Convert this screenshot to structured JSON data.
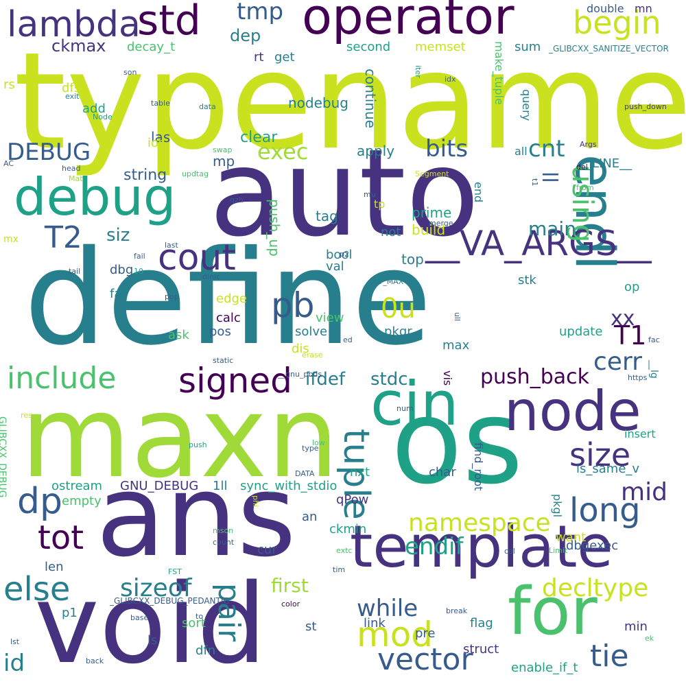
{
  "palette": {
    "c1": "#440154",
    "c2": "#46327e",
    "c3": "#365c8d",
    "c4": "#277f8e",
    "c5": "#1fa187",
    "c6": "#4ac16d",
    "c7": "#a0da39",
    "c8": "#cae11f"
  },
  "words": [
    {
      "text": "typename",
      "size": 195,
      "color": "c8"
    },
    {
      "text": "define",
      "size": 190,
      "color": "c4"
    },
    {
      "text": "auto",
      "size": 175,
      "color": "c2"
    },
    {
      "text": "maxn",
      "size": 165,
      "color": "c7"
    },
    {
      "text": "os",
      "size": 170,
      "color": "c5"
    },
    {
      "text": "ans",
      "size": 165,
      "color": "c2"
    },
    {
      "text": "void",
      "size": 160,
      "color": "c2"
    },
    {
      "text": "operator",
      "size": 72,
      "color": "c1"
    },
    {
      "text": "template",
      "size": 85,
      "color": "c2"
    },
    {
      "text": "for",
      "size": 95,
      "color": "c6"
    },
    {
      "text": "node",
      "size": 80,
      "color": "c2"
    },
    {
      "text": "cin",
      "size": 88,
      "color": "c5"
    },
    {
      "text": "debug",
      "size": 75,
      "color": "c5"
    },
    {
      "text": "endl",
      "size": 78,
      "color": "c4"
    },
    {
      "text": "lambda",
      "size": 52,
      "color": "c2"
    },
    {
      "text": "std",
      "size": 60,
      "color": "c1"
    },
    {
      "text": "__VA_ARGS__",
      "size": 50,
      "color": "c2"
    },
    {
      "text": "signed",
      "size": 50,
      "color": "c1"
    },
    {
      "text": "include",
      "size": 44,
      "color": "c6"
    },
    {
      "text": "cout",
      "size": 52,
      "color": "c2"
    },
    {
      "text": "const",
      "size": 46,
      "color": "c3"
    },
    {
      "text": "pb",
      "size": 50,
      "color": "c3"
    },
    {
      "text": "T2",
      "size": 44,
      "color": "c3"
    },
    {
      "text": "tuple",
      "size": 52,
      "color": "c4"
    },
    {
      "text": "pair",
      "size": 44,
      "color": "c4"
    },
    {
      "text": "size",
      "size": 46,
      "color": "c2"
    },
    {
      "text": "long",
      "size": 48,
      "color": "c3"
    },
    {
      "text": "tot",
      "size": 48,
      "color": "c1"
    },
    {
      "text": "dp",
      "size": 52,
      "color": "c3"
    },
    {
      "text": "else",
      "size": 48,
      "color": "c4"
    },
    {
      "text": "mod",
      "size": 50,
      "color": "c8"
    },
    {
      "text": "vector",
      "size": 44,
      "color": "c3"
    },
    {
      "text": "tie",
      "size": 44,
      "color": "c3"
    },
    {
      "text": "begin",
      "size": 46,
      "color": "c8"
    },
    {
      "text": "using",
      "size": 42,
      "color": "c6"
    },
    {
      "text": "tmp",
      "size": 34,
      "color": "c3"
    },
    {
      "text": "exec",
      "size": 32,
      "color": "c7"
    },
    {
      "text": "bits",
      "size": 34,
      "color": "c3"
    },
    {
      "text": "cnt",
      "size": 34,
      "color": "c4"
    },
    {
      "text": "DEBUG",
      "size": 34,
      "color": "c3"
    },
    {
      "text": "T1",
      "size": 38,
      "color": "c1"
    },
    {
      "text": "0u",
      "size": 40,
      "color": "c8"
    },
    {
      "text": "cerr",
      "size": 36,
      "color": "c3"
    },
    {
      "text": "xx",
      "size": 30,
      "color": "c2"
    },
    {
      "text": "namespace",
      "size": 36,
      "color": "c8"
    },
    {
      "text": "mid",
      "size": 36,
      "color": "c2"
    },
    {
      "text": "sizeof",
      "size": 36,
      "color": "c4"
    },
    {
      "text": "endif",
      "size": 34,
      "color": "c5"
    },
    {
      "text": "while",
      "size": 34,
      "color": "c3"
    },
    {
      "text": "decltype",
      "size": 36,
      "color": "c8"
    },
    {
      "text": "push_back",
      "size": 30,
      "color": "c1"
    },
    {
      "text": "id",
      "size": 34,
      "color": "c4"
    },
    {
      "text": "ll",
      "size": 30,
      "color": "c3"
    },
    {
      "text": "main",
      "size": 28,
      "color": "c4"
    },
    {
      "text": "first",
      "size": 28,
      "color": "c7"
    },
    {
      "text": "stdc",
      "size": 26,
      "color": "c4"
    },
    {
      "text": "ifdef",
      "size": 26,
      "color": "c4"
    },
    {
      "text": "ckmax",
      "size": 24,
      "color": "c2"
    },
    {
      "text": "dep",
      "size": 24,
      "color": "c4"
    },
    {
      "text": "siz",
      "size": 26,
      "color": "c4"
    },
    {
      "text": "mp",
      "size": 20,
      "color": "c3"
    },
    {
      "text": "string",
      "size": 22,
      "color": "c3"
    },
    {
      "text": "apply",
      "size": 20,
      "color": "c4"
    },
    {
      "text": "clear",
      "size": 22,
      "color": "c5"
    },
    {
      "text": "push_up",
      "size": 20,
      "color": "c6"
    },
    {
      "text": "tag",
      "size": 20,
      "color": "c4"
    },
    {
      "text": "prime",
      "size": 20,
      "color": "c5"
    },
    {
      "text": "build",
      "size": 20,
      "color": "c8"
    },
    {
      "text": "top",
      "size": 20,
      "color": "c4"
    },
    {
      "text": "continue",
      "size": 20,
      "color": "c4"
    },
    {
      "text": "nodebug",
      "size": 20,
      "color": "c4"
    },
    {
      "text": "las",
      "size": 20,
      "color": "c3"
    },
    {
      "text": "dfs",
      "size": 18,
      "color": "c8"
    },
    {
      "text": "add",
      "size": 18,
      "color": "c5"
    },
    {
      "text": "rs",
      "size": 18,
      "color": "c8"
    },
    {
      "text": "ios",
      "size": 18,
      "color": "c8"
    },
    {
      "text": "get",
      "size": 18,
      "color": "c4"
    },
    {
      "text": "rt",
      "size": 18,
      "color": "c2"
    },
    {
      "text": "decay_t",
      "size": 18,
      "color": "c6"
    },
    {
      "text": "second",
      "size": 18,
      "color": "c5"
    },
    {
      "text": "memset",
      "size": 18,
      "color": "c8"
    },
    {
      "text": "sum",
      "size": 18,
      "color": "c4"
    },
    {
      "text": "double",
      "size": 16,
      "color": "c3"
    },
    {
      "text": "mn",
      "size": 16,
      "color": "c2"
    },
    {
      "text": "make_tuple",
      "size": 16,
      "color": "c6"
    },
    {
      "text": "query",
      "size": 16,
      "color": "c4"
    },
    {
      "text": "_GLIBCXX_SANITIZE_VECTOR",
      "size": 12,
      "color": "c4"
    },
    {
      "text": "__LINE__",
      "size": 18,
      "color": "c4"
    },
    {
      "text": "all",
      "size": 16,
      "color": "c4"
    },
    {
      "text": "end",
      "size": 16,
      "color": "c4"
    },
    {
      "text": "tp",
      "size": 16,
      "color": "c8"
    },
    {
      "text": "not",
      "size": 18,
      "color": "c4"
    },
    {
      "text": "bool",
      "size": 18,
      "color": "c4"
    },
    {
      "text": "val",
      "size": 18,
      "color": "c4"
    },
    {
      "text": "dbg",
      "size": 18,
      "color": "c3"
    },
    {
      "text": "stk",
      "size": 18,
      "color": "c4"
    },
    {
      "text": "op",
      "size": 18,
      "color": "c5"
    },
    {
      "text": "fa",
      "size": 18,
      "color": "c4"
    },
    {
      "text": "edge",
      "size": 18,
      "color": "c8"
    },
    {
      "text": "calc",
      "size": 18,
      "color": "c1"
    },
    {
      "text": "view",
      "size": 18,
      "color": "c6"
    },
    {
      "text": "ask",
      "size": 18,
      "color": "c6"
    },
    {
      "text": "pos",
      "size": 18,
      "color": "c3"
    },
    {
      "text": "solve",
      "size": 18,
      "color": "c4"
    },
    {
      "text": "pkgr",
      "size": 18,
      "color": "c4"
    },
    {
      "text": "update",
      "size": 18,
      "color": "c5"
    },
    {
      "text": "dis",
      "size": 18,
      "color": "c8"
    },
    {
      "text": "max",
      "size": 18,
      "color": "c4"
    },
    {
      "text": "vis",
      "size": 16,
      "color": "c1"
    },
    {
      "text": "find_root",
      "size": 16,
      "color": "c3"
    },
    {
      "text": "insert",
      "size": 16,
      "color": "c5"
    },
    {
      "text": "is_same_v",
      "size": 18,
      "color": "c4"
    },
    {
      "text": "char",
      "size": 18,
      "color": "c3"
    },
    {
      "text": "nxt",
      "size": 18,
      "color": "c5"
    },
    {
      "text": "ostream",
      "size": 18,
      "color": "c5"
    },
    {
      "text": "GNU_DEBUG",
      "size": 18,
      "color": "c2"
    },
    {
      "text": "1ll",
      "size": 18,
      "color": "c4"
    },
    {
      "text": "sync_with_stdio",
      "size": 18,
      "color": "c5"
    },
    {
      "text": "qPow",
      "size": 18,
      "color": "c2"
    },
    {
      "text": "empty",
      "size": 18,
      "color": "c6"
    },
    {
      "text": "an",
      "size": 18,
      "color": "c3"
    },
    {
      "text": "pkgl",
      "size": 16,
      "color": "c4"
    },
    {
      "text": "ckmin",
      "size": 18,
      "color": "c5"
    },
    {
      "text": "want",
      "size": 18,
      "color": "c8"
    },
    {
      "text": "dbgexec",
      "size": 18,
      "color": "c3"
    },
    {
      "text": "cur",
      "size": 18,
      "color": "c3"
    },
    {
      "text": "len",
      "size": 18,
      "color": "c3"
    },
    {
      "text": "p1",
      "size": 18,
      "color": "c4"
    },
    {
      "text": "sort",
      "size": 18,
      "color": "c6"
    },
    {
      "text": "ls",
      "size": 18,
      "color": "c3"
    },
    {
      "text": "dfn",
      "size": 18,
      "color": "c4"
    },
    {
      "text": "st",
      "size": 18,
      "color": "c3"
    },
    {
      "text": "link",
      "size": 18,
      "color": "c3"
    },
    {
      "text": "pre",
      "size": 18,
      "color": "c3"
    },
    {
      "text": "flag",
      "size": 18,
      "color": "c4"
    },
    {
      "text": "struct",
      "size": 18,
      "color": "c2"
    },
    {
      "text": "min",
      "size": 18,
      "color": "c2"
    },
    {
      "text": "enable_if_t",
      "size": 18,
      "color": "c5"
    },
    {
      "text": "_GLIBCXX_DEBUG",
      "size": 14,
      "color": "c6"
    },
    {
      "text": "_GLIBCXX_DEBUG_PEDANTIC",
      "size": 12,
      "color": "c3"
    },
    {
      "text": "__lg",
      "size": 14,
      "color": "c4"
    },
    {
      "text": "son",
      "size": 11,
      "color": "c3"
    },
    {
      "text": "exit",
      "size": 11,
      "color": "c4"
    },
    {
      "text": "table",
      "size": 11,
      "color": "c3"
    },
    {
      "text": "data",
      "size": 11,
      "color": "c4"
    },
    {
      "text": "Node",
      "size": 11,
      "color": "c5"
    },
    {
      "text": "swap",
      "size": 11,
      "color": "c6"
    },
    {
      "text": "AC",
      "size": 11,
      "color": "c3"
    },
    {
      "text": "head",
      "size": 11,
      "color": "c3"
    },
    {
      "text": "Mat",
      "size": 11,
      "color": "c7"
    },
    {
      "text": "updtag",
      "size": 11,
      "color": "c6"
    },
    {
      "text": "Segment",
      "size": 11,
      "color": "c8"
    },
    {
      "text": "qzh",
      "size": 11,
      "color": "c3"
    },
    {
      "text": "mu",
      "size": 11,
      "color": "c3"
    },
    {
      "text": "t1",
      "size": 11,
      "color": "c3"
    },
    {
      "text": "merge",
      "size": 11,
      "color": "c3"
    },
    {
      "text": "iter",
      "size": 11,
      "color": "c5"
    },
    {
      "text": "idx",
      "size": 11,
      "color": "c3"
    },
    {
      "text": "Args",
      "size": 11,
      "color": "c2"
    },
    {
      "text": "del",
      "size": 11,
      "color": "c1"
    },
    {
      "text": "from",
      "size": 11,
      "color": "c6"
    },
    {
      "text": "push_down",
      "size": 11,
      "color": "c2"
    },
    {
      "text": "mx",
      "size": 14,
      "color": "c8"
    },
    {
      "text": "last",
      "size": 11,
      "color": "c3"
    },
    {
      "text": "p2",
      "size": 11,
      "color": "c3"
    },
    {
      "text": "fail",
      "size": 11,
      "color": "c3"
    },
    {
      "text": "tail",
      "size": 11,
      "color": "c3"
    },
    {
      "text": "10",
      "size": 11,
      "color": "c5"
    },
    {
      "text": "dinic",
      "size": 11,
      "color": "c3"
    },
    {
      "text": "INT_MAX",
      "size": 11,
      "color": "c4"
    },
    {
      "text": "pop",
      "size": 11,
      "color": "c3"
    },
    {
      "text": "1e5",
      "size": 11,
      "color": "c4"
    },
    {
      "text": "ull",
      "size": 11,
      "color": "c3"
    },
    {
      "text": "ed",
      "size": 11,
      "color": "c3"
    },
    {
      "text": "fac",
      "size": 11,
      "color": "c3"
    },
    {
      "text": "static",
      "size": 11,
      "color": "c3"
    },
    {
      "text": "erase",
      "size": 11,
      "color": "c8"
    },
    {
      "text": "__gnu_pbds",
      "size": 11,
      "color": "c3"
    },
    {
      "text": "https",
      "size": 11,
      "color": "c3"
    },
    {
      "text": "res",
      "size": 11,
      "color": "c8"
    },
    {
      "text": "num",
      "size": 11,
      "color": "c3"
    },
    {
      "text": "push",
      "size": 11,
      "color": "c5"
    },
    {
      "text": "low",
      "size": 11,
      "color": "c6"
    },
    {
      "text": "type",
      "size": 11,
      "color": "c3"
    },
    {
      "text": "DATA",
      "size": 11,
      "color": "c3"
    },
    {
      "text": "phi",
      "size": 11,
      "color": "c8"
    },
    {
      "text": "mson",
      "size": 11,
      "color": "c6"
    },
    {
      "text": "extc",
      "size": 11,
      "color": "c6"
    },
    {
      "text": "col",
      "size": 11,
      "color": "c3"
    },
    {
      "text": "Limit",
      "size": 11,
      "color": "c6"
    },
    {
      "text": "count",
      "size": 11,
      "color": "c3"
    },
    {
      "text": "tim",
      "size": 11,
      "color": "c3"
    },
    {
      "text": "FST",
      "size": 11,
      "color": "c5"
    },
    {
      "text": "color",
      "size": 11,
      "color": "c1"
    },
    {
      "text": "break",
      "size": 11,
      "color": "c3"
    },
    {
      "text": "to",
      "size": 11,
      "color": "c3"
    },
    {
      "text": "base",
      "size": 11,
      "color": "c3"
    },
    {
      "text": "back",
      "size": 11,
      "color": "c3"
    },
    {
      "text": "lst",
      "size": 11,
      "color": "c3"
    },
    {
      "text": "ek",
      "size": 11,
      "color": "c6"
    }
  ]
}
